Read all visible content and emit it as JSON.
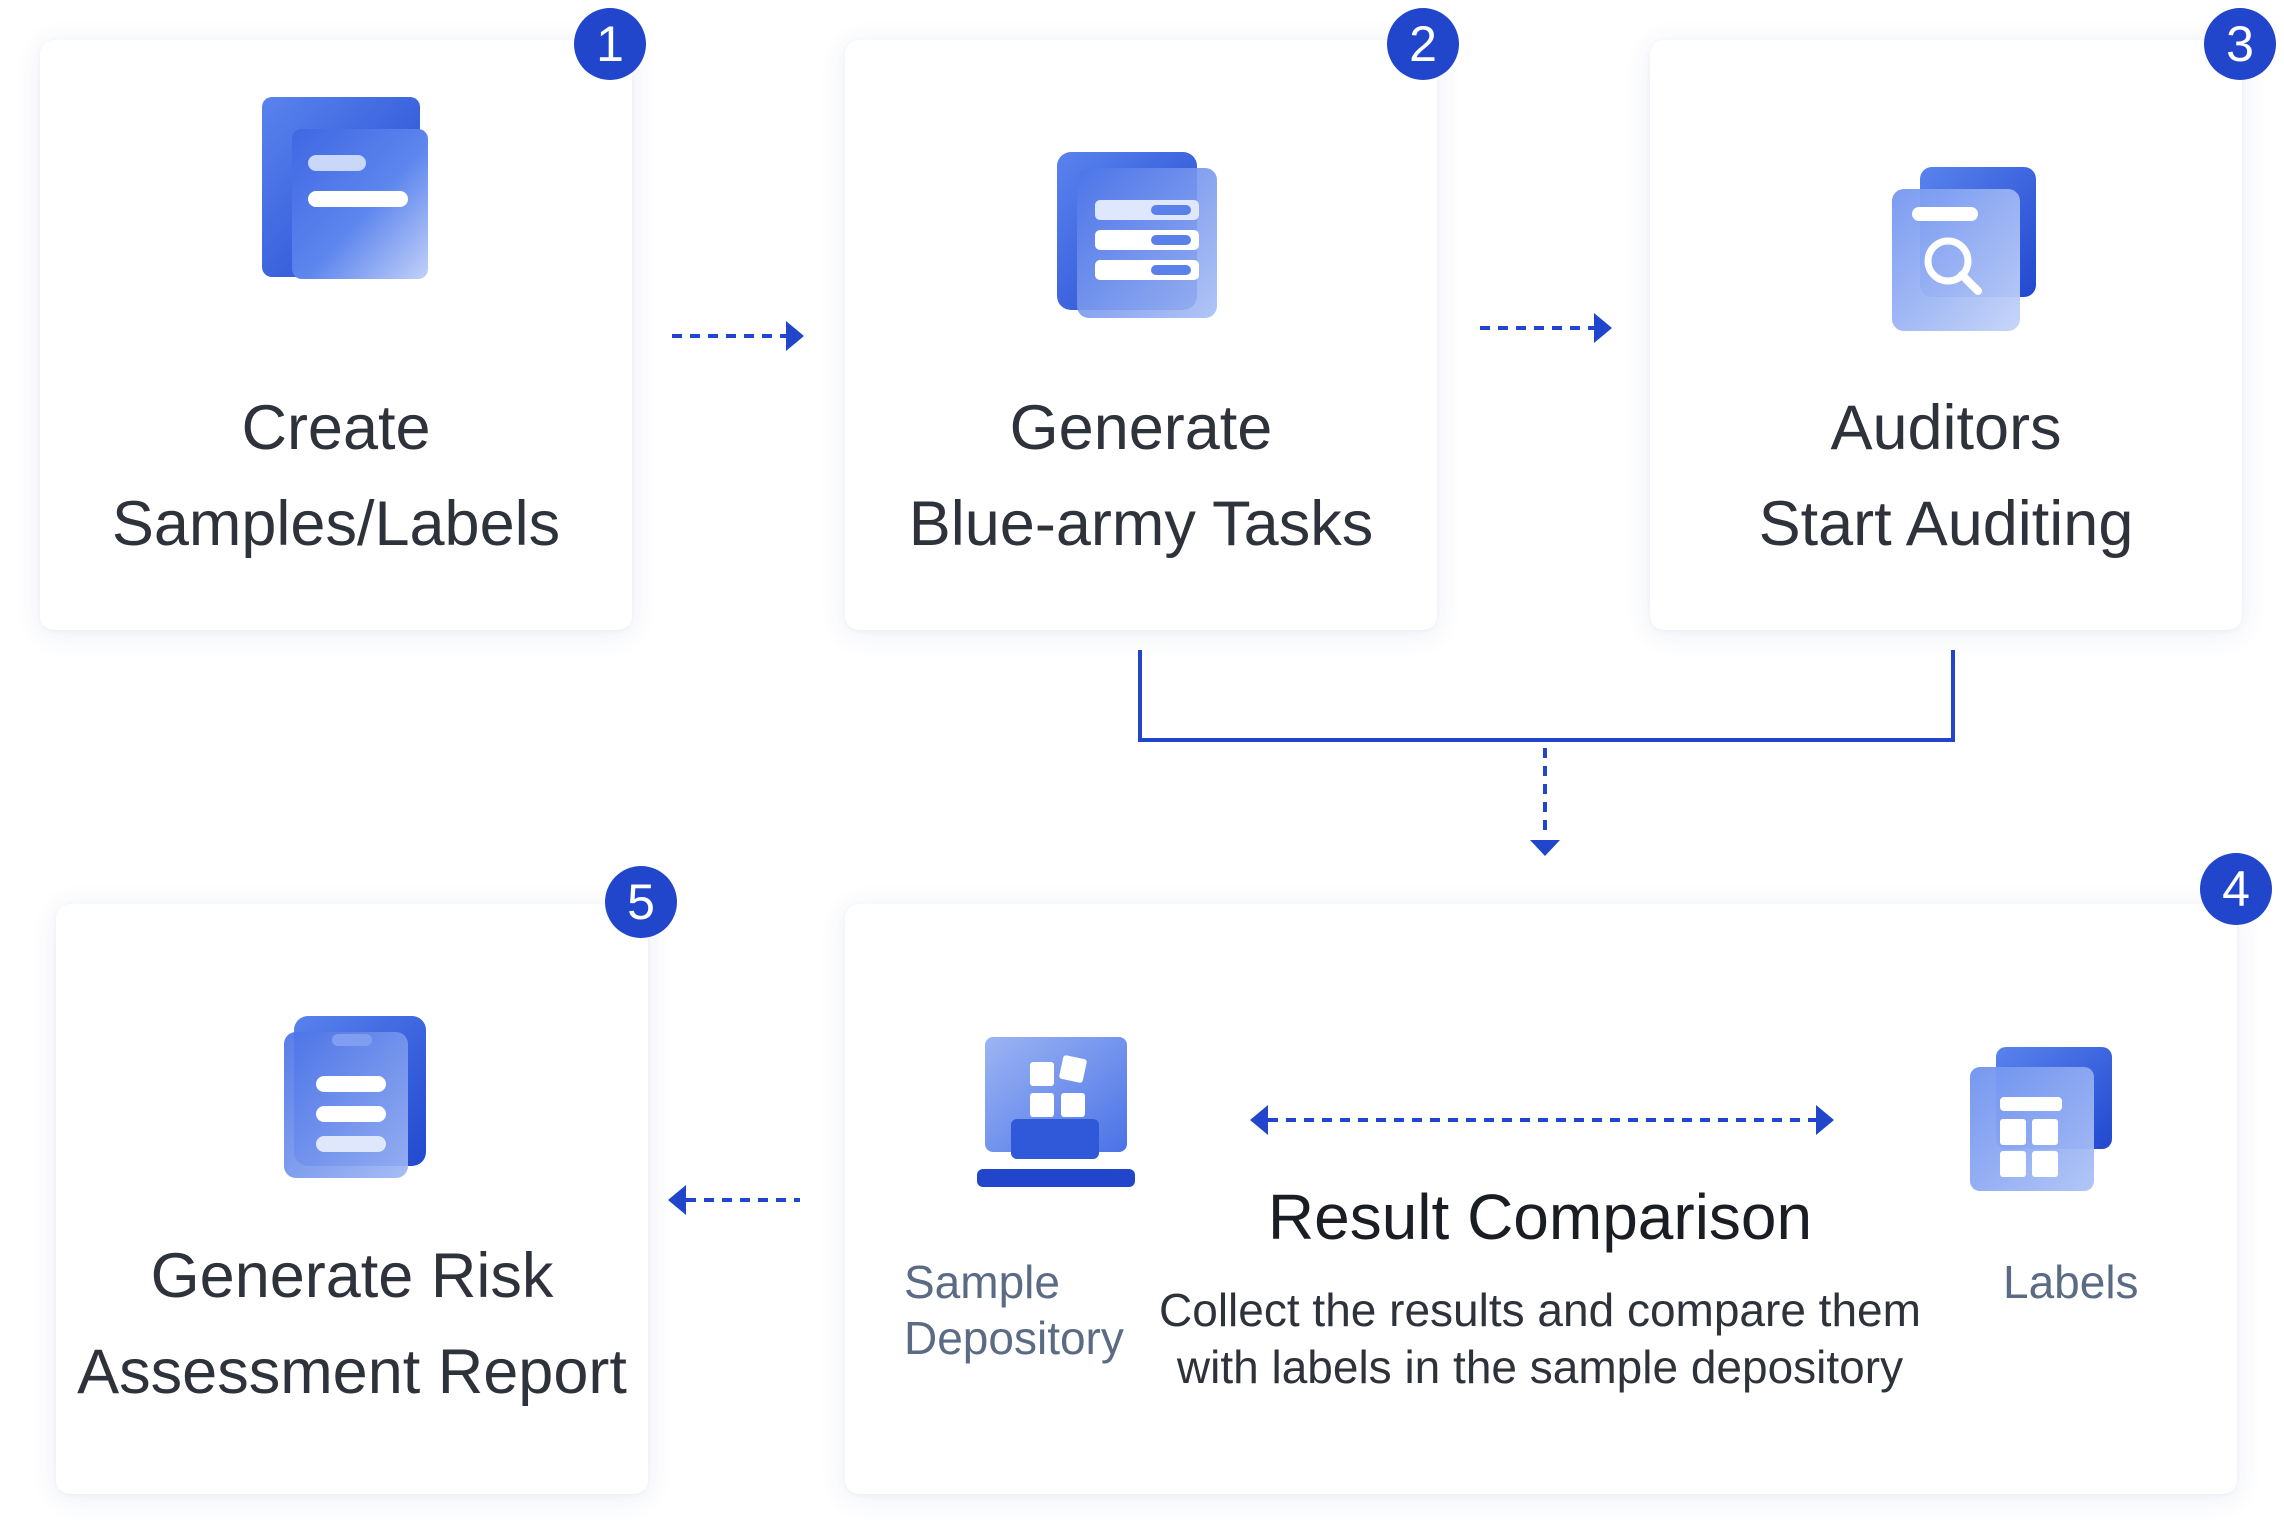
{
  "steps": [
    {
      "number": "1",
      "line1": "Create",
      "line2": "Samples/Labels",
      "icon": "document-icon"
    },
    {
      "number": "2",
      "line1": "Generate",
      "line2": "Blue-army Tasks",
      "icon": "task-list-icon"
    },
    {
      "number": "3",
      "line1": "Auditors",
      "line2": "Start Auditing",
      "icon": "audit-search-icon"
    },
    {
      "number": "4",
      "title": "Result Comparison",
      "desc_line1": "Collect the results and compare them",
      "desc_line2": "with labels in the sample depository"
    },
    {
      "number": "5",
      "line1": "Generate Risk",
      "line2": "Assessment Report",
      "icon": "report-clipboard-icon"
    }
  ],
  "comparison": {
    "left_label_line1": "Sample",
    "left_label_line2": "Depository",
    "left_icon": "sample-depository-icon",
    "right_label": "Labels",
    "right_icon": "labels-table-icon"
  },
  "colors": {
    "accent": "#2146cc",
    "icon_blue": "#3a63e0",
    "icon_light": "#b7c8f6",
    "card_background": "#ffffff",
    "text": "#2e323a",
    "muted_label": "#5b6b84"
  }
}
